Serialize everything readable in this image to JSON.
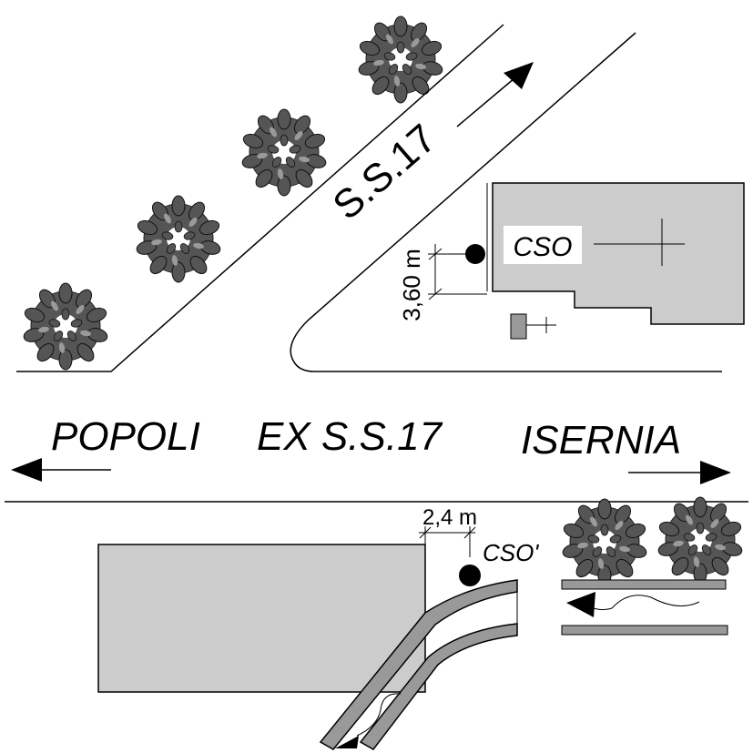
{
  "labels": {
    "highway": "S.S.17",
    "old_highway": "EX S.S.17",
    "city_west": "POPOLI",
    "city_east": "ISERNIA",
    "site_north": "CSO",
    "site_south": "CSO'",
    "dim_north": "3,60 m",
    "dim_south": "2,4 m"
  },
  "colors": {
    "line": "#000000",
    "building_fill": "#cccccc",
    "tree_fill": "#555555",
    "tree_light": "#9a9a9a",
    "bar_fill": "#999999"
  },
  "icons": {
    "tree": "tree-icon",
    "arrow": "arrow-icon",
    "dot": "monitoring-point-icon"
  }
}
